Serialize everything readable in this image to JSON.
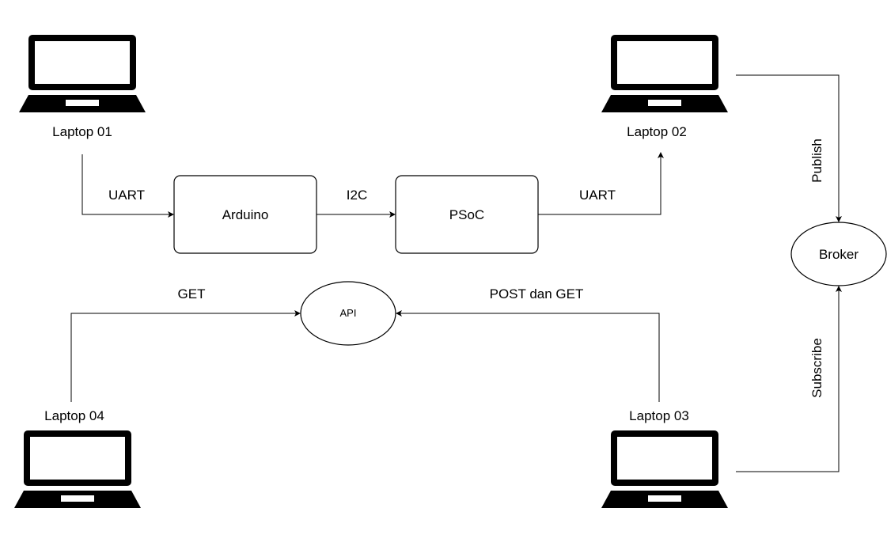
{
  "laptops": {
    "l1": {
      "label": "Laptop 01"
    },
    "l2": {
      "label": "Laptop 02"
    },
    "l3": {
      "label": "Laptop 03"
    },
    "l4": {
      "label": "Laptop 04"
    }
  },
  "nodes": {
    "arduino": {
      "label": "Arduino"
    },
    "psoc": {
      "label": "PSoC"
    },
    "broker": {
      "label": "Broker"
    },
    "api": {
      "label": "API"
    }
  },
  "edges": {
    "uart_in": {
      "label": "UART"
    },
    "i2c": {
      "label": "I2C"
    },
    "uart_out": {
      "label": "UART"
    },
    "publish": {
      "label": "Publish"
    },
    "subscribe": {
      "label": "Subscribe"
    },
    "get": {
      "label": "GET"
    },
    "post_get": {
      "label": "POST dan GET"
    }
  },
  "colors": {
    "stroke": "#000000",
    "background": "#ffffff"
  }
}
